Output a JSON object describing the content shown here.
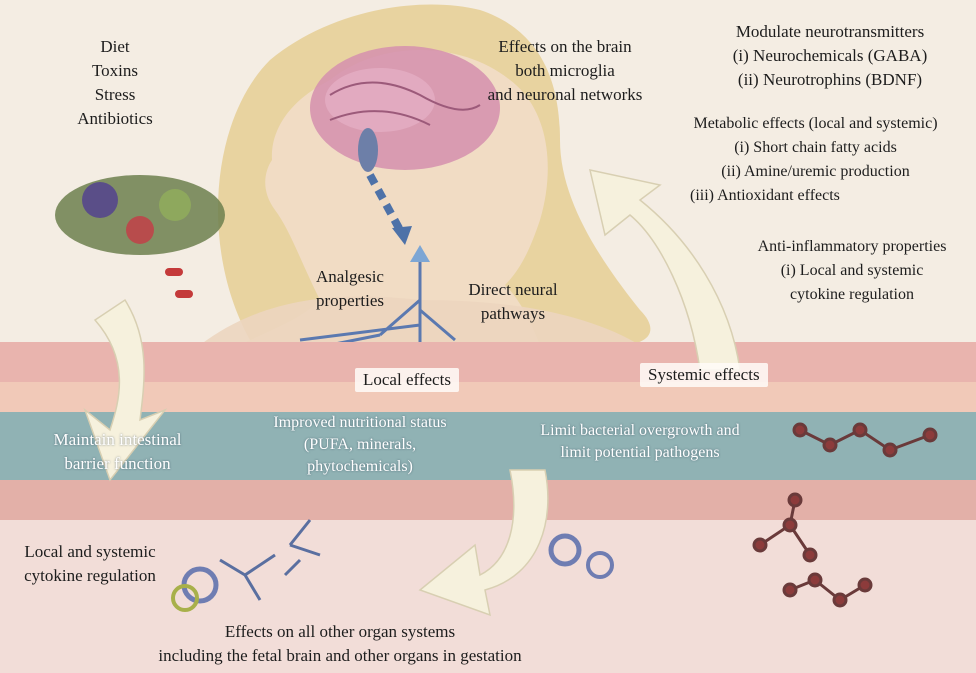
{
  "causes": [
    "Diet",
    "Toxins",
    "Stress",
    "Antibiotics"
  ],
  "brain_effects": [
    "Effects on the brain",
    "both microglia",
    "and neuronal networks"
  ],
  "neurotransmitters": [
    "Modulate neurotransmitters",
    "(i) Neurochemicals (GABA)",
    "(ii) Neurotrophins (BDNF)"
  ],
  "metabolic": [
    "Metabolic effects (local and systemic)",
    "(i) Short chain fatty acids",
    "(ii) Amine/uremic production",
    "(iii) Antioxidant effects"
  ],
  "anti_inflammatory": [
    "Anti-inflammatory properties",
    "(i) Local and systemic",
    "cytokine regulation"
  ],
  "analgesic": [
    "Analgesic",
    "properties"
  ],
  "neural": [
    "Direct neural",
    "pathways"
  ],
  "local_effects": "Local effects",
  "systemic_effects": "Systemic effects",
  "barrier": [
    "Maintain intestinal",
    "barrier function"
  ],
  "nutrition": [
    "Improved nutritional status",
    "(PUFA, minerals,",
    "phytochemicals)"
  ],
  "bacteria": [
    "Limit bacterial overgrowth and",
    "limit potential pathogens"
  ],
  "cytokine": [
    "Local and systemic",
    "cytokine regulation"
  ],
  "organs": [
    "Effects on all other organ systems",
    "including the fetal brain and other organs in gestation"
  ],
  "colors": {
    "gut_pink": "#e8b7b3",
    "gut_teal": "#6f9aa1",
    "skin": "#f0dcc8",
    "hair": "#d8b36a",
    "brain": "#cf8fa8",
    "arrow": "#f4efd9"
  }
}
